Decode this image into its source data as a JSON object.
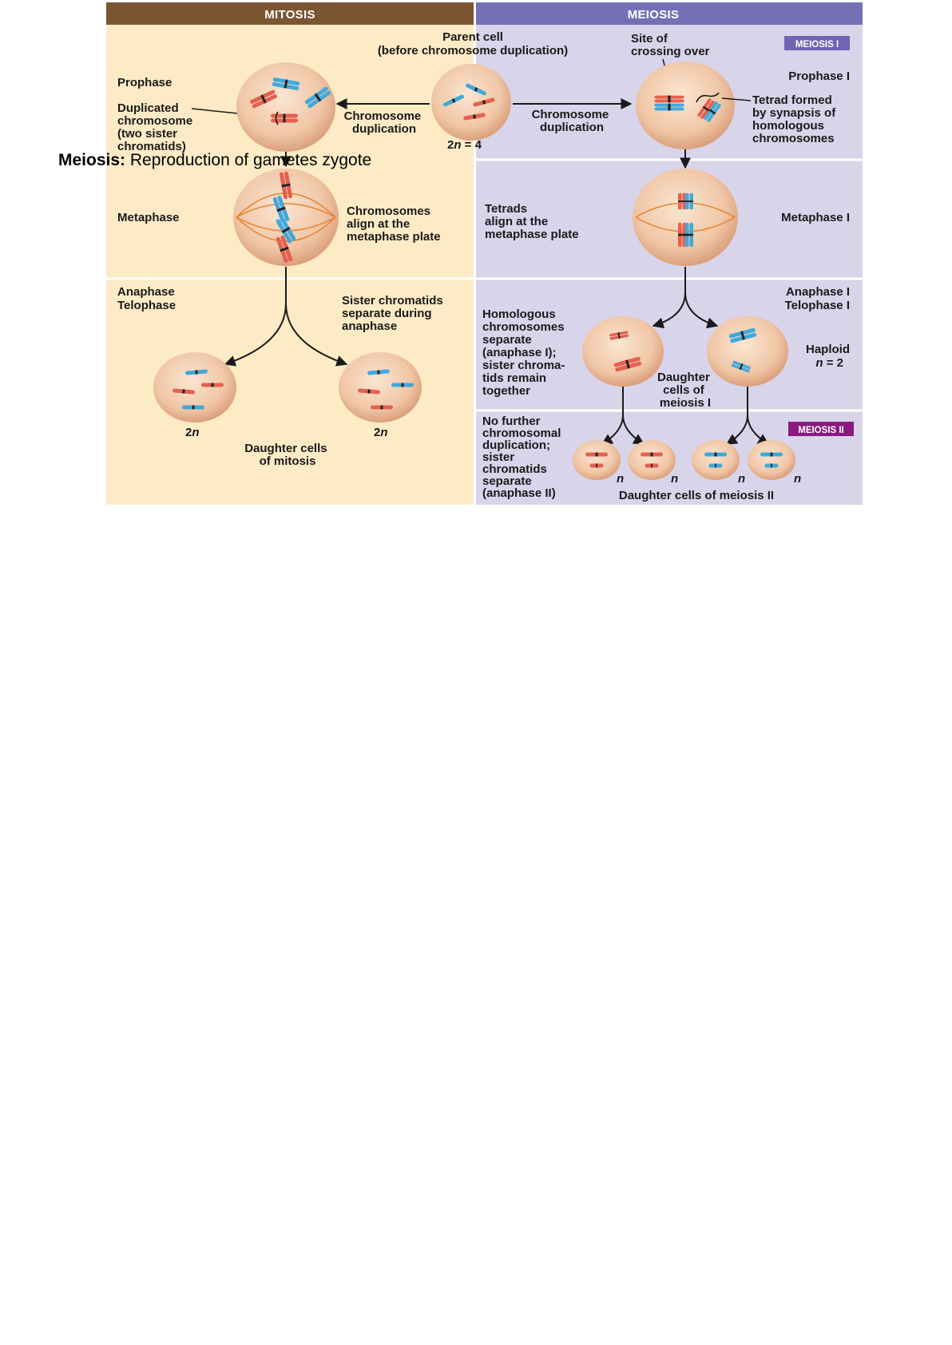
{
  "headers": {
    "mitosis": "MITOSIS",
    "meiosis": "MEIOSIS"
  },
  "tags": {
    "meiosis_1": "MEIOSIS I",
    "meiosis_2": "MEIOSIS II"
  },
  "parent": {
    "line1": "Parent cell",
    "line2": "(before chromosome duplication)",
    "ploidy_prefix": "2",
    "ploidy_var": "n",
    "ploidy_suffix": " = 4"
  },
  "duplication_left": [
    "Chromosome",
    "duplication"
  ],
  "duplication_right": [
    "Chromosome",
    "duplication"
  ],
  "mitosis": {
    "prophase": "Prophase",
    "duplicated": [
      "Duplicated",
      "chromosome",
      "(two sister",
      "chromatids)"
    ],
    "metaphase": "Metaphase",
    "metaphase_note": [
      "Chromosomes",
      "align at the",
      "metaphase plate"
    ],
    "anaphase": "Anaphase",
    "telophase": "Telophase",
    "sister_note": [
      "Sister chromatids",
      "separate during",
      "anaphase"
    ],
    "daughter_left_prefix": "2",
    "daughter_left_var": "n",
    "daughter_right_prefix": "2",
    "daughter_right_var": "n",
    "daughters": [
      "Daughter cells",
      "of mitosis"
    ]
  },
  "meiosis": {
    "crossing": [
      "Site of",
      "crossing over"
    ],
    "prophase1": "Prophase I",
    "tetrad": [
      "Tetrad formed",
      "by synapsis of",
      "homologous",
      "chromosomes"
    ],
    "tetrads_align": [
      "Tetrads",
      "align at the",
      "metaphase plate"
    ],
    "metaphase1": "Metaphase I",
    "anaphase1": "Anaphase I",
    "telophase1": "Telophase I",
    "homologous": [
      "Homologous",
      "chromosomes",
      "separate",
      "(anaphase I);",
      "sister chroma-",
      "tids remain",
      "together"
    ],
    "haploid": "Haploid",
    "haploid_var": "n",
    "haploid_value": " =  2",
    "daughters1": [
      "Daughter",
      "cells of",
      "meiosis I"
    ],
    "no_further": [
      "No further",
      "chromosomal",
      "duplication;",
      "sister",
      "chromatids",
      "separate",
      "(anaphase II)"
    ],
    "n_labels": [
      "n",
      "n",
      "n",
      "n"
    ],
    "daughters2": "Daughter cells of meiosis II"
  },
  "caption": {
    "term": "Meiosis:",
    "text": " Reproduction of gametes zygote"
  },
  "colors": {
    "mitosis_header": "#7a5531",
    "meiosis_header": "#7570b6",
    "mitosis_bg": "#fdebc6",
    "meiosis_bg": "#d8d4ea",
    "meiosis1_tag": "#6f65b3",
    "meiosis2_tag": "#8b1a7f",
    "red_chromosome": "#e5604e",
    "blue_chromosome": "#3fa9dc",
    "cell": "#edbd9b"
  }
}
